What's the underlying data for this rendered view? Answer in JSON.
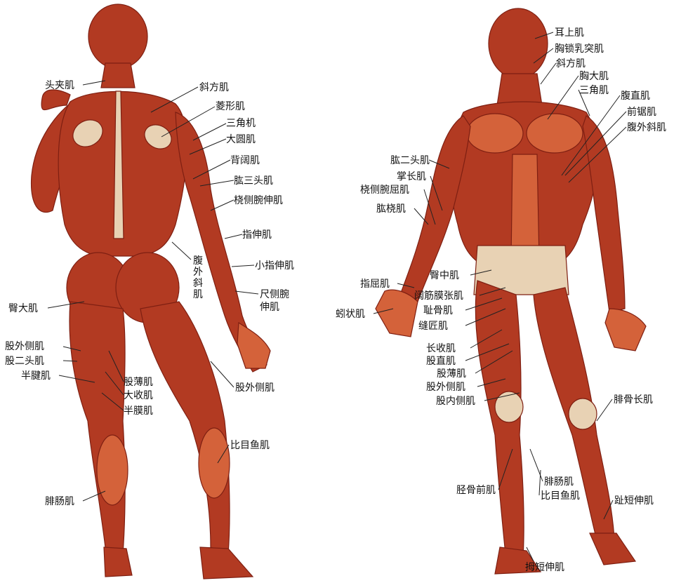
{
  "colors": {
    "muscle": "#b23a22",
    "muscle_dark": "#7e1f12",
    "muscle_light": "#d4623a",
    "tendon": "#e8d2b4",
    "background": "#ffffff",
    "leader": "#222222"
  },
  "figures": {
    "back": {
      "labels": [
        "头夹肌",
        "斜方肌",
        "菱形肌",
        "三角机",
        "大圆肌",
        "背阔肌",
        "肱三头肌",
        "桡侧腕伸肌",
        "指伸肌",
        "小指伸肌",
        "尺侧腕",
        "伸肌",
        "腹外斜肌",
        "臀大肌",
        "股外侧肌",
        "股二头肌",
        "半腱肌",
        "股薄肌",
        "大收肌",
        "半膜肌",
        "股外侧肌",
        "比目鱼肌",
        "腓肠肌"
      ]
    },
    "front": {
      "labels": [
        "耳上肌",
        "胸锁乳突肌",
        "斜方肌",
        "胸大肌",
        "三角肌",
        "腹直肌",
        "前锯肌",
        "腹外斜肌",
        "肱二头肌",
        "掌长肌",
        "桡侧腕屈肌",
        "肱桡肌",
        "指屈肌",
        "臀中肌",
        "阔筋膜张肌",
        "耻骨肌",
        "缝匠肌",
        "蚓状肌",
        "长收肌",
        "股直肌",
        "股薄肌",
        "股外侧肌",
        "股内侧肌",
        "腓骨长肌",
        "胫骨前肌",
        "腓肠肌",
        "比目鱼肌",
        "趾短伸肌",
        "拇短伸肌"
      ]
    }
  }
}
